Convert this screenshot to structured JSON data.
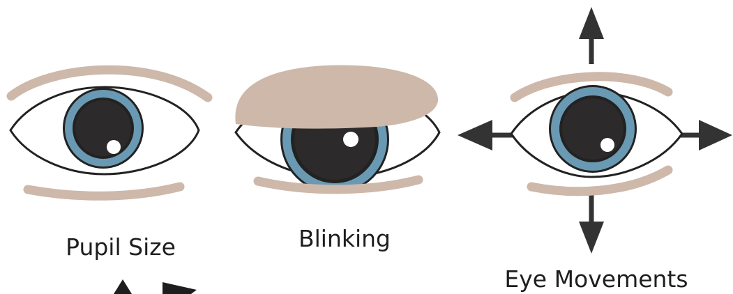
{
  "panels": [
    {
      "id": "pupil-size",
      "label": "Pupil Size"
    },
    {
      "id": "blinking",
      "label": "Blinking"
    },
    {
      "id": "eye-movements",
      "label": "Eye Movements"
    }
  ],
  "colors": {
    "eyelid": "#cdb8aa",
    "iris": "#6a9ab3",
    "pupil": "#2c2a2b",
    "outline": "#222222",
    "sclera": "#ffffff",
    "arrow": "#333333",
    "label_text": "#1e1e1e"
  },
  "icons": [
    "eye-icon",
    "eyelid-icon",
    "arrow-up-icon",
    "arrow-down-icon",
    "arrow-left-icon",
    "arrow-right-icon"
  ]
}
